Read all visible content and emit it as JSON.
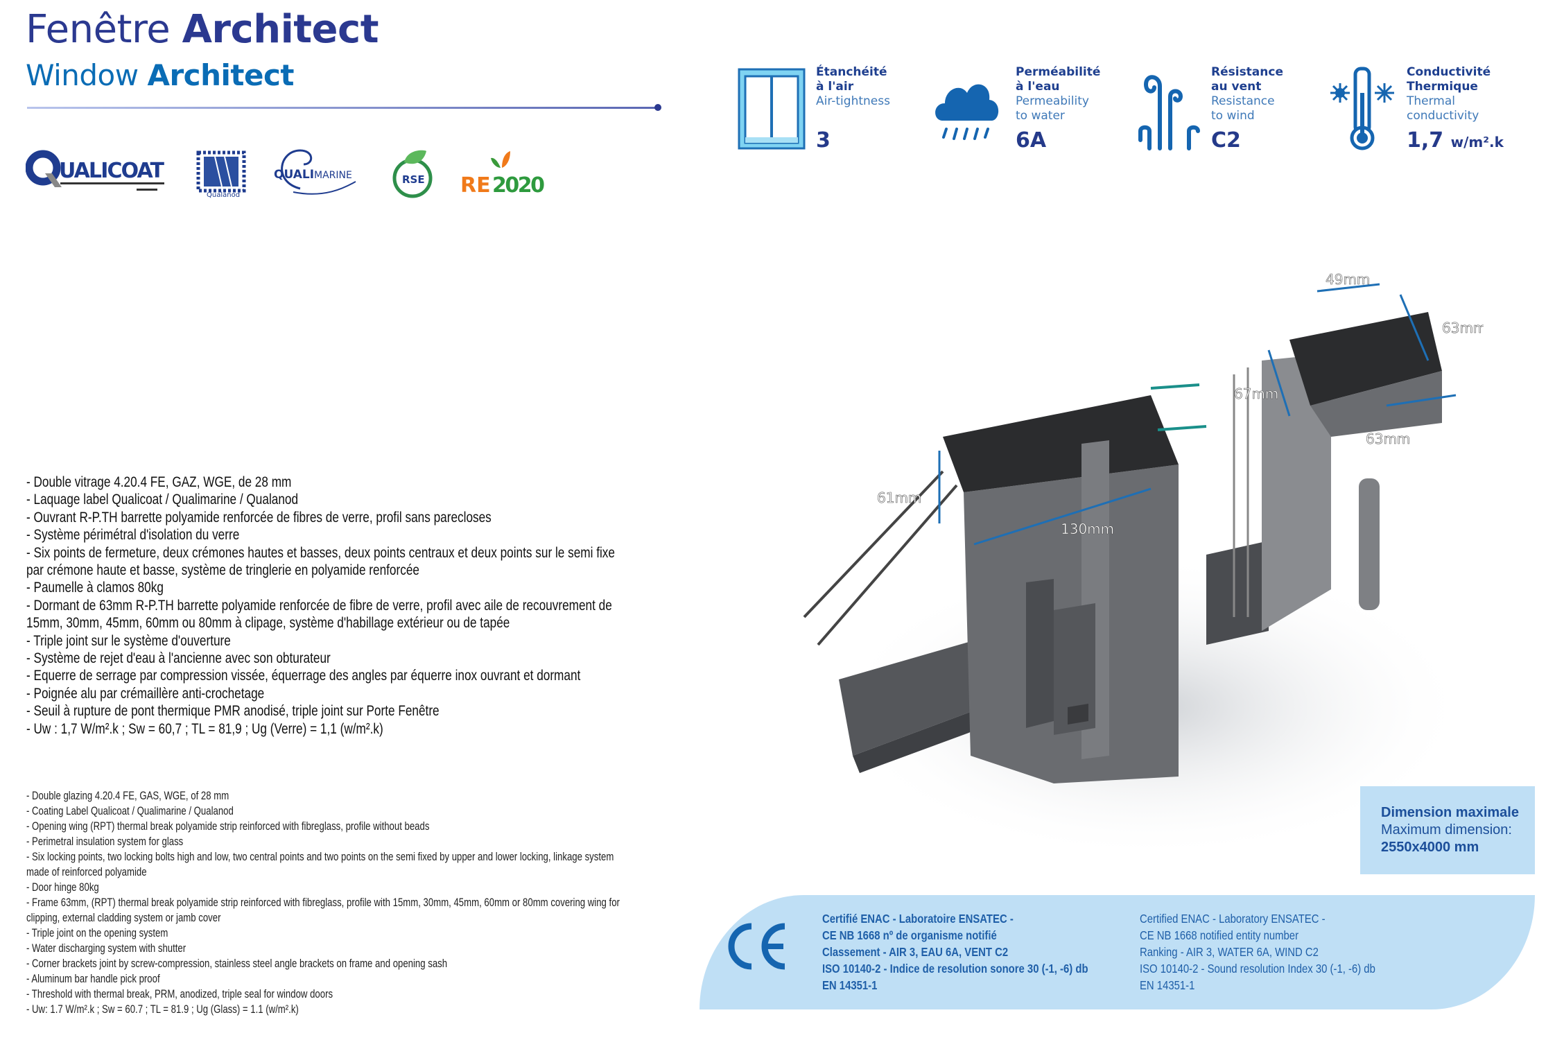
{
  "header": {
    "title_light": "Fenêtre",
    "title_bold": "Architect",
    "subtitle_light": "Window",
    "subtitle_bold": "Architect"
  },
  "logos": [
    {
      "name": "Qualicoat",
      "text": "QUALICOAT"
    },
    {
      "name": "Qualanod",
      "text": "Qualanod"
    },
    {
      "name": "Qualimarine",
      "text": "QUALIMARINE"
    },
    {
      "name": "RSE",
      "text": "RSE"
    },
    {
      "name": "RE2020",
      "text_a": "RE",
      "text_b": "2020"
    }
  ],
  "specs": [
    {
      "icon": "window-icon",
      "fr": [
        "Étanchéité",
        "à l'air"
      ],
      "en": [
        "Air-tightness"
      ],
      "value": "3",
      "unit": ""
    },
    {
      "icon": "rain-cloud-icon",
      "fr": [
        "Perméabilité",
        "à l'eau"
      ],
      "en": [
        "Permeability",
        "to water"
      ],
      "value": "6A",
      "unit": ""
    },
    {
      "icon": "wind-icon",
      "fr": [
        "Résistance",
        "au vent"
      ],
      "en": [
        "Resistance",
        "to wind"
      ],
      "value": "C2",
      "unit": ""
    },
    {
      "icon": "thermometer-icon",
      "fr": [
        "Conductivité",
        "Thermique"
      ],
      "en": [
        "Thermal",
        "conductivity"
      ],
      "value": "1,7",
      "unit": "w/m².k"
    }
  ],
  "features_fr": [
    "- Double vitrage 4.20.4 FE, GAZ, WGE, de 28 mm",
    "- Laquage label Qualicoat / Qualimarine / Qualanod",
    "- Ouvrant R-P.TH barrette polyamide renforcée de fibres de verre, profil sans parecloses",
    "- Système périmétral d'isolation du verre",
    "- Six points de fermeture, deux crémones hautes et basses, deux points centraux et deux points sur le semi fixe par crémone haute et basse, système de tringlerie en polyamide renforcée",
    "- Paumelle à clamos 80kg",
    "- Dormant de 63mm R-P.TH barrette polyamide renforcée de fibre de verre, profil avec aile de recouvrement de 15mm, 30mm, 45mm, 60mm ou 80mm à clipage, système d'habillage extérieur ou de tapée",
    "- Triple joint sur le système d'ouverture",
    "- Système de rejet d'eau à l'ancienne avec son obturateur",
    "- Equerre de serrage par compression vissée, équerrage des angles par équerre inox ouvrant et dormant",
    "- Poignée alu par crémaillère anti-crochetage",
    "- Seuil à rupture de pont thermique PMR anodisé, triple joint sur Porte Fenêtre",
    "- Uw : 1,7 W/m².k ; Sw = 60,7 ; TL = 81,9 ; Ug (Verre) = 1,1 (w/m².k)"
  ],
  "features_en": [
    "- Double glazing 4.20.4 FE, GAS, WGE, of 28 mm",
    "- Coating Label Qualicoat / Qualimarine / Qualanod",
    "- Opening wing (RPT) thermal break polyamide strip reinforced with fibreglass, profile without beads",
    "- Perimetral insulation system for glass",
    "- Six locking points, two locking bolts high and low, two central points and two points on the semi fixed by upper and lower locking, linkage system made of reinforced polyamide",
    "- Door hinge 80kg",
    "- Frame 63mm, (RPT) thermal break polyamide strip reinforced with fibreglass, profile with 15mm, 30mm, 45mm, 60mm or 80mm covering wing for clipping, external cladding system or jamb cover",
    "- Triple joint on the opening system",
    "- Water discharging system with shutter",
    "- Corner brackets joint by screw-compression, stainless steel angle brackets on frame and opening sash",
    "- Aluminum bar handle pick proof",
    "- Threshold with thermal break, PRM, anodized, triple seal for window doors",
    "- Uw: 1.7 W/m².k ; Sw = 60.7 ; TL = 81.9 ; Ug (Glass) = 1.1 (w/m².k)"
  ],
  "product_dimensions": [
    "49mm",
    "63mm",
    "67mm",
    "63mm",
    "61mm",
    "130mm"
  ],
  "max_dimension": {
    "fr": "Dimension maximale",
    "en": "Maximum dimension:",
    "value": "2550x4000 mm"
  },
  "certification": {
    "mark": "CE",
    "fr": [
      "Certifié ENAC - Laboratoire ENSATEC -",
      "CE NB 1668 nº de organisme notifié",
      "Classement - AIR 3, EAU 6A, VENT C2",
      "ISO 10140-2 - Indice de resolution sonore 30 (-1, -6) db",
      "EN 14351-1"
    ],
    "en": [
      "Certified ENAC - Laboratory ENSATEC -",
      "CE NB 1668 notified entity number",
      "Ranking - AIR 3, WATER 6A, WIND C2",
      "ISO 10140-2 - Sound resolution Index 30 (-1, -6) db",
      "EN 14351-1"
    ]
  },
  "colors": {
    "navy": "#2b3990",
    "blue": "#0a6cb5",
    "light_blue_panel": "#bfdff5",
    "profile_grey": "#5a5c60"
  }
}
